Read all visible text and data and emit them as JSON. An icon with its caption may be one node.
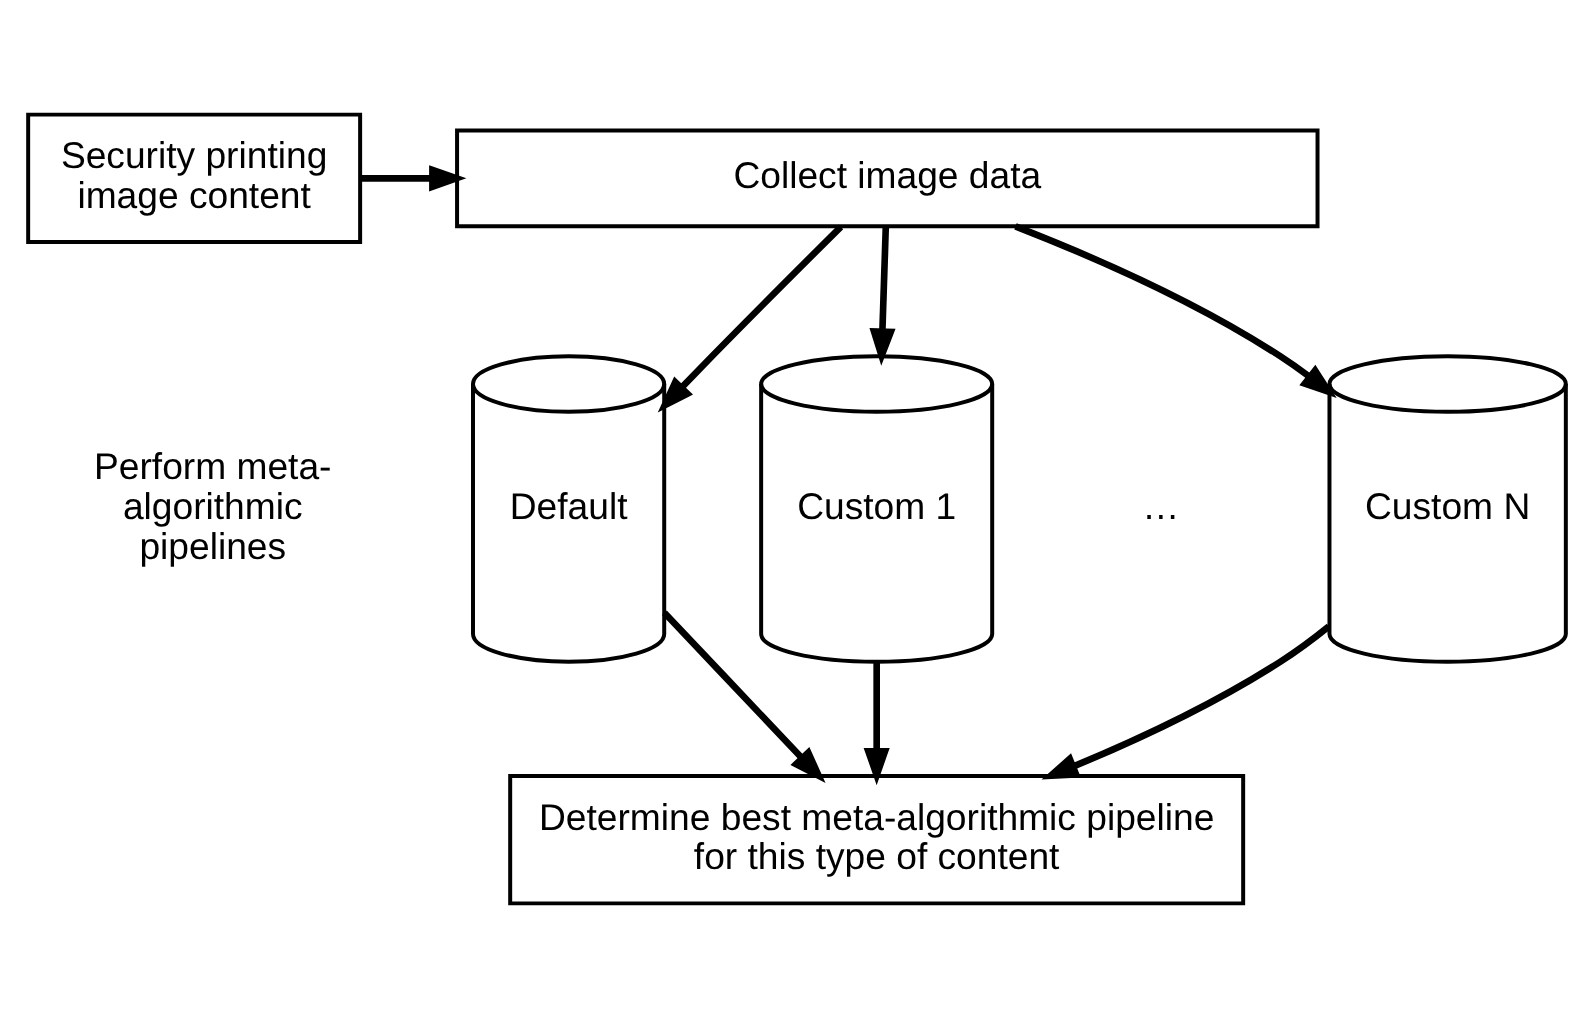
{
  "diagram": {
    "nodes": [
      {
        "text": [
          "Security printing image content"
        ]
      },
      {
        "text": [
          "Collect image data"
        ]
      },
      {
        "text": [
          "Default"
        ]
      },
      {
        "text": [
          "Custom 1"
        ]
      },
      {
        "text": [
          "Custom N"
        ]
      },
      {
        "text": [
          "Determine best meta-algorithmic pipeline for this type of content"
        ]
      }
    ],
    "edges": [
      {
        "from": 0,
        "to": 1,
        "arrow": "to"
      },
      {
        "from": 1,
        "to": 2,
        "arrow": "to"
      },
      {
        "from": 1,
        "to": 3,
        "arrow": "to"
      },
      {
        "from": 1,
        "to": 4,
        "arrow": "to"
      },
      {
        "from": 2,
        "to": 5,
        "arrow": "to"
      },
      {
        "from": 3,
        "to": 5,
        "arrow": "to"
      },
      {
        "from": 4,
        "to": 5,
        "arrow": "to"
      }
    ],
    "labels": [
      "Perform meta-algorithmic pipelines",
      "…"
    ]
  }
}
